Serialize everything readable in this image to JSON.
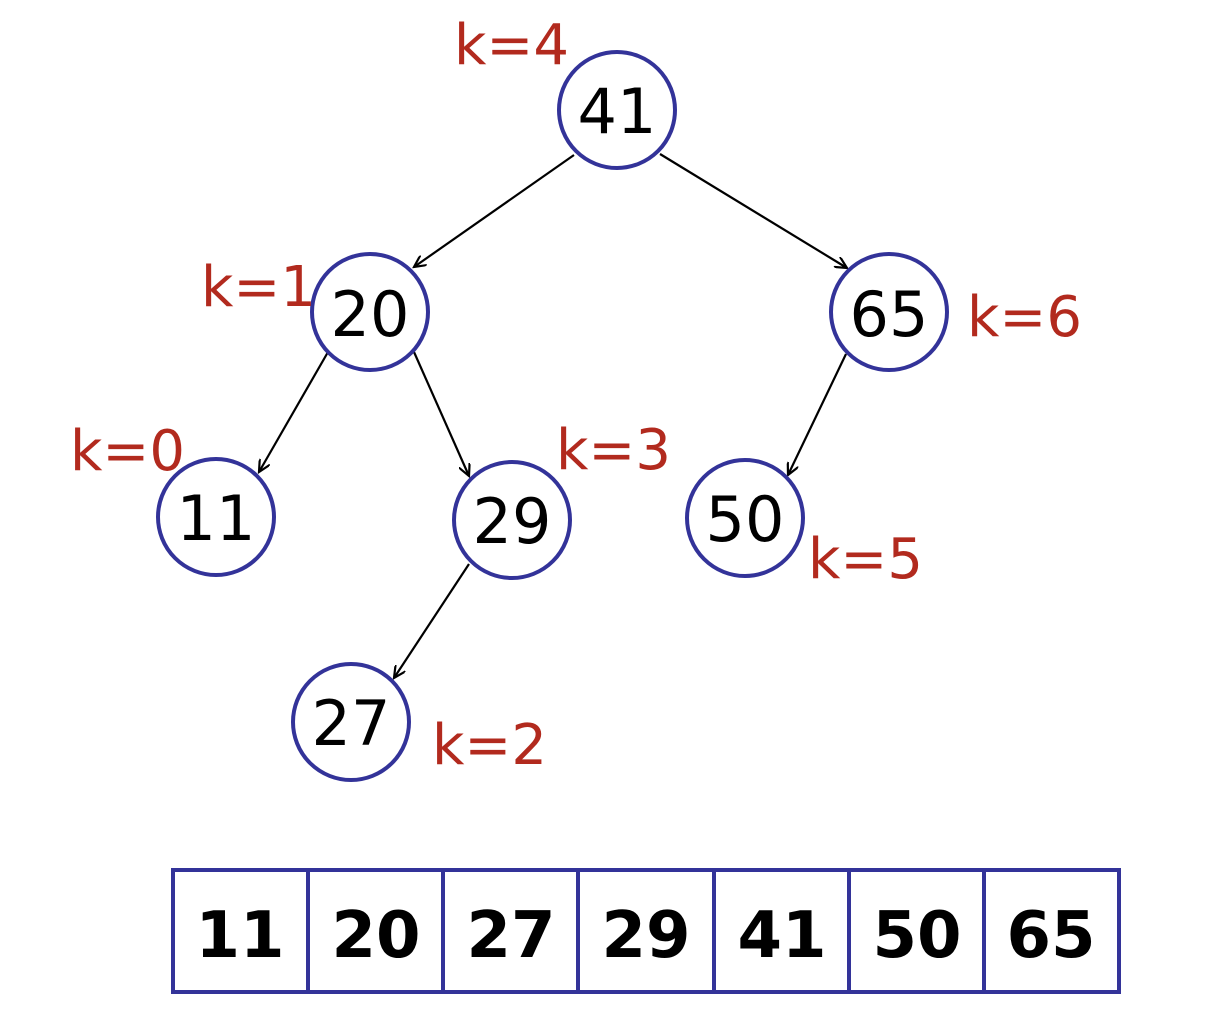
{
  "colors": {
    "node_outline": "#333399",
    "k_label": "#b22a1e",
    "text": "#000000",
    "edge": "#000000"
  },
  "tree": {
    "nodes": [
      {
        "id": "n41",
        "value": "41",
        "k_label": "k=4"
      },
      {
        "id": "n20",
        "value": "20",
        "k_label": "k=1"
      },
      {
        "id": "n65",
        "value": "65",
        "k_label": "k=6"
      },
      {
        "id": "n11",
        "value": "11",
        "k_label": "k=0"
      },
      {
        "id": "n29",
        "value": "29",
        "k_label": "k=3"
      },
      {
        "id": "n50",
        "value": "50",
        "k_label": "k=5"
      },
      {
        "id": "n27",
        "value": "27",
        "k_label": "k=2"
      }
    ],
    "edges": [
      {
        "from": "n41",
        "to": "n20"
      },
      {
        "from": "n41",
        "to": "n65"
      },
      {
        "from": "n20",
        "to": "n11"
      },
      {
        "from": "n20",
        "to": "n29"
      },
      {
        "from": "n65",
        "to": "n50"
      },
      {
        "from": "n29",
        "to": "n27"
      }
    ]
  },
  "array": {
    "cells": [
      "11",
      "20",
      "27",
      "29",
      "41",
      "50",
      "65"
    ]
  }
}
